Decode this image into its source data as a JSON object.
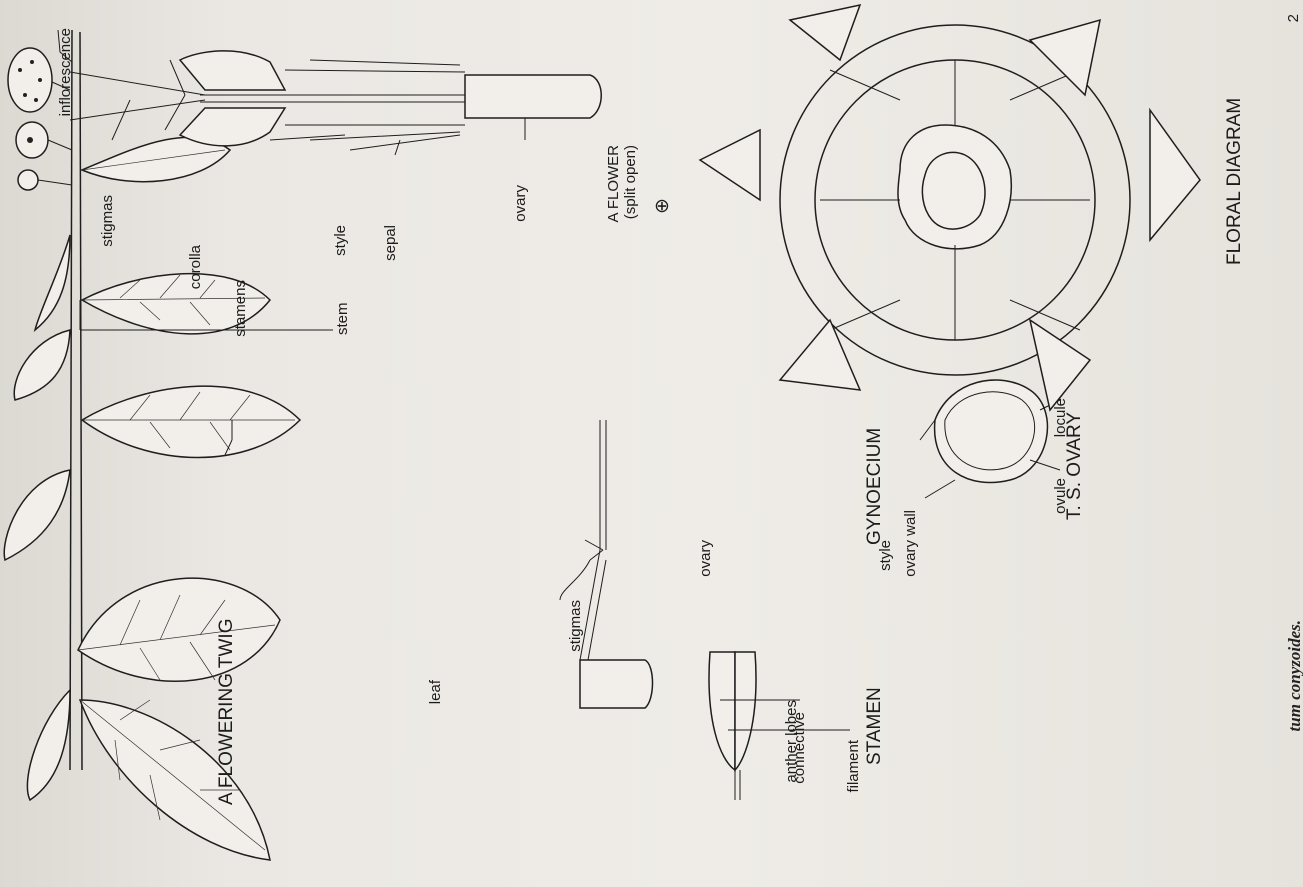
{
  "figure": {
    "page_number": "2",
    "caption_fragment": "tum conyzoides."
  },
  "flowering_twig": {
    "title": "A FLOWERING TWIG",
    "labels": {
      "inflorescence": "inflorescence",
      "stem": "stem",
      "leaf": "leaf"
    }
  },
  "flower_split_open": {
    "title_line1": "A FLOWER",
    "title_line2": "(split open)",
    "labels": {
      "stigmas": "stigmas",
      "corolla": "corolla",
      "stamens": "stamens",
      "style": "style",
      "sepal": "sepal",
      "ovary": "ovary"
    }
  },
  "stamen": {
    "title": "STAMEN",
    "labels": {
      "anther_lobes": "anther lobes",
      "connective": "connective",
      "filament": "filament"
    }
  },
  "gynoecium": {
    "title": "GYNOECIUM",
    "labels": {
      "stigmas": "stigmas",
      "style": "style",
      "ovary": "ovary"
    }
  },
  "ts_ovary": {
    "title": "T. S. OVARY",
    "labels": {
      "ovary_wall": "ovary wall",
      "locule": "locule",
      "ovule": "ovule"
    }
  },
  "floral_diagram": {
    "title": "FLORAL DIAGRAM",
    "symbol": "⊕"
  }
}
